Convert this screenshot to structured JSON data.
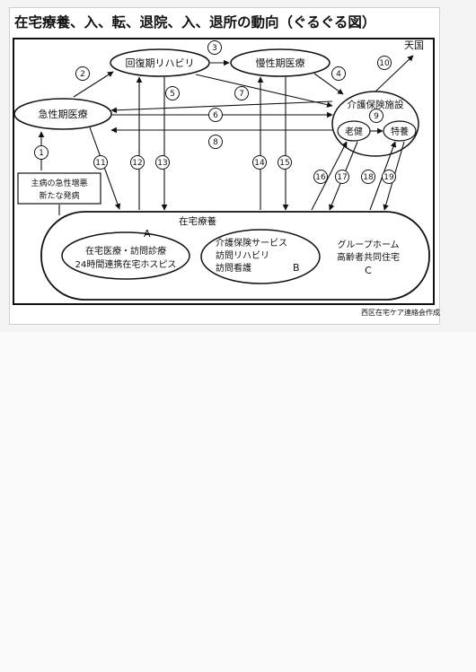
{
  "title": "在宅療養、入、転、退院、入、退所の動向（ぐるぐる図）",
  "nodes": {
    "rehab": "回復期リハビリ",
    "chronic": "慢性期医療",
    "acute": "急性期医療",
    "heaven": "天国",
    "care_facility": "介護保険施設",
    "roken": "老健",
    "tokuyou": "特養",
    "trigger_line1": "主病の急性増悪",
    "trigger_line2": "新たな発病"
  },
  "home_care": {
    "title": "在宅療養",
    "a_letter": "A",
    "a_line1": "在宅医療・訪問診療",
    "a_line2": "24時間連携在宅ホスピス",
    "b_line1": "介護保険サービス",
    "b_line2": "訪問リハビリ",
    "b_line3": "訪問看護",
    "b_letter": "B",
    "c_line1": "グループホーム",
    "c_line2": "高齢者共同住宅",
    "c_letter": "C"
  },
  "flow_numbers": [
    "1",
    "2",
    "3",
    "4",
    "5",
    "6",
    "7",
    "8",
    "9",
    "10",
    "11",
    "12",
    "13",
    "14",
    "15",
    "16",
    "17",
    "18",
    "19"
  ],
  "credit": "西区在宅ケア連絡会作成"
}
